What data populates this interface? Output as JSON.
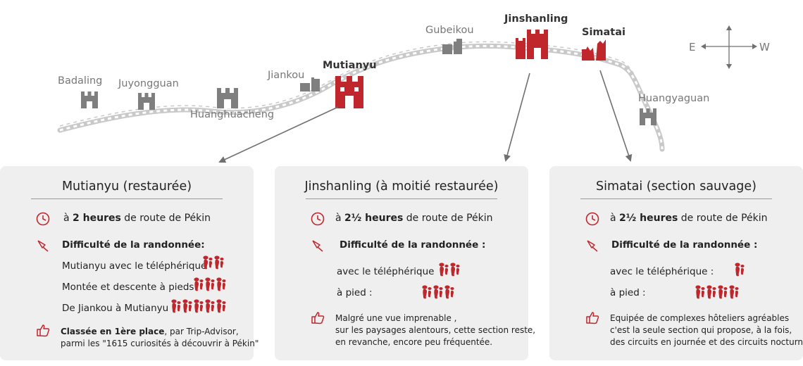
{
  "map": {
    "sections": [
      {
        "name": "Badaling",
        "highlight": false
      },
      {
        "name": "Juyongguan",
        "highlight": false
      },
      {
        "name": "Huanghuacheng",
        "highlight": false
      },
      {
        "name": "Jiankou",
        "highlight": false
      },
      {
        "name": "Mutianyu",
        "highlight": true
      },
      {
        "name": "Gubeikou",
        "highlight": false
      },
      {
        "name": "Jinshanling",
        "highlight": true
      },
      {
        "name": "Simatai",
        "highlight": true
      },
      {
        "name": "Huangyaguan",
        "highlight": false
      }
    ],
    "compass": {
      "east": "E",
      "west": "W"
    }
  },
  "colors": {
    "accent": "#c0272d",
    "tower_gray": "#7f7f7f",
    "wall_gray": "#c9c9c9",
    "card_bg": "#efefef"
  },
  "icons": {
    "time": "clock-icon",
    "difficulty": "pin-icon",
    "recommendation": "thumbs-up-icon",
    "rating": "footprints-icon"
  },
  "cards": [
    {
      "title": "Mutianyu (restaurée)",
      "time": {
        "prefix": "à ",
        "bold": "2 heures",
        "suffix": " de route de Pékin"
      },
      "difficulty_label": "Difficulté de la randonnée:",
      "routes": [
        {
          "label": "Mutianyu avec le téléphérique",
          "footprints": 2
        },
        {
          "label": "Montée et descente à pieds",
          "footprints": 3
        },
        {
          "label": "De Jiankou à Mutianyu",
          "footprints": 5
        }
      ],
      "note": {
        "bold": "Classée en 1ère place",
        "line1": ", par Trip-Advisor,",
        "line2": "parmi les \"1615 curiosités à découvrir à Pékin\""
      }
    },
    {
      "title": "Jinshanling (à moitié restaurée)",
      "time": {
        "prefix": "à ",
        "bold": "2½ heures",
        "suffix": " de route de Pékin"
      },
      "difficulty_label": "Difficulté de la randonnée :",
      "routes": [
        {
          "label": "avec le téléphérique",
          "footprints": 2
        },
        {
          "label": "à pied :",
          "footprints": 3
        }
      ],
      "note": {
        "lines": [
          "Malgré une vue imprenable ,",
          " sur les paysages alentours, cette section reste,",
          "en revanche, encore peu fréquentée."
        ]
      }
    },
    {
      "title": "Simatai (section sauvage)",
      "time": {
        "prefix": "à ",
        "bold": "2½ heures",
        "suffix": " de route de Pékin"
      },
      "difficulty_label": "Difficulté de la randonnée :",
      "routes": [
        {
          "label": "avec le téléphérique :",
          "footprints": 1
        },
        {
          "label": "à pied :",
          "footprints": 4
        }
      ],
      "note": {
        "lines": [
          "Equipée de complexes hôteliers agréables",
          "c'est la seule section qui propose, à la fois,",
          "des circuits en journée et des circuits nocturnes."
        ]
      }
    }
  ]
}
